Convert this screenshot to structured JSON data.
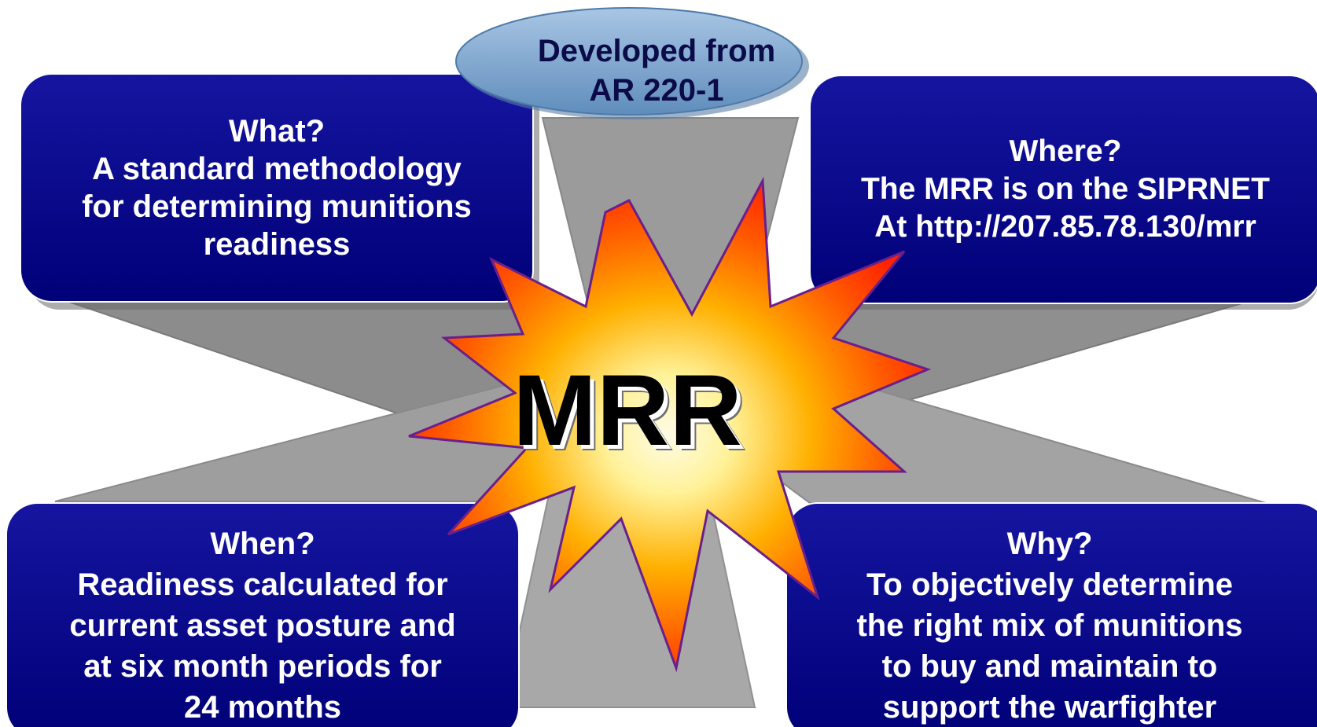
{
  "center": {
    "label": "MRR"
  },
  "source": {
    "lines": [
      "Developed from",
      "AR 220-1"
    ]
  },
  "boxes": {
    "what": {
      "lines": [
        "What?",
        "A standard methodology",
        "for determining munitions",
        "readiness"
      ]
    },
    "where": {
      "lines": [
        "Where?",
        "The MRR is on the SIPRNET",
        "At http://207.85.78.130/mrr"
      ]
    },
    "when": {
      "lines": [
        "When?",
        "Readiness calculated for",
        "current asset posture and",
        "at six month periods for",
        "24 months"
      ]
    },
    "why": {
      "lines": [
        "Why?",
        "To objectively determine",
        "the right mix of munitions",
        "to buy and maintain to",
        "support the warfighter"
      ]
    }
  },
  "colors": {
    "box_fill": "#0a0a8c",
    "connector_fill": "#9a9a9a",
    "burst_outer": "#ff2a00",
    "burst_inner": "#fff8d0",
    "oval_fill": "#7fa6cf"
  }
}
